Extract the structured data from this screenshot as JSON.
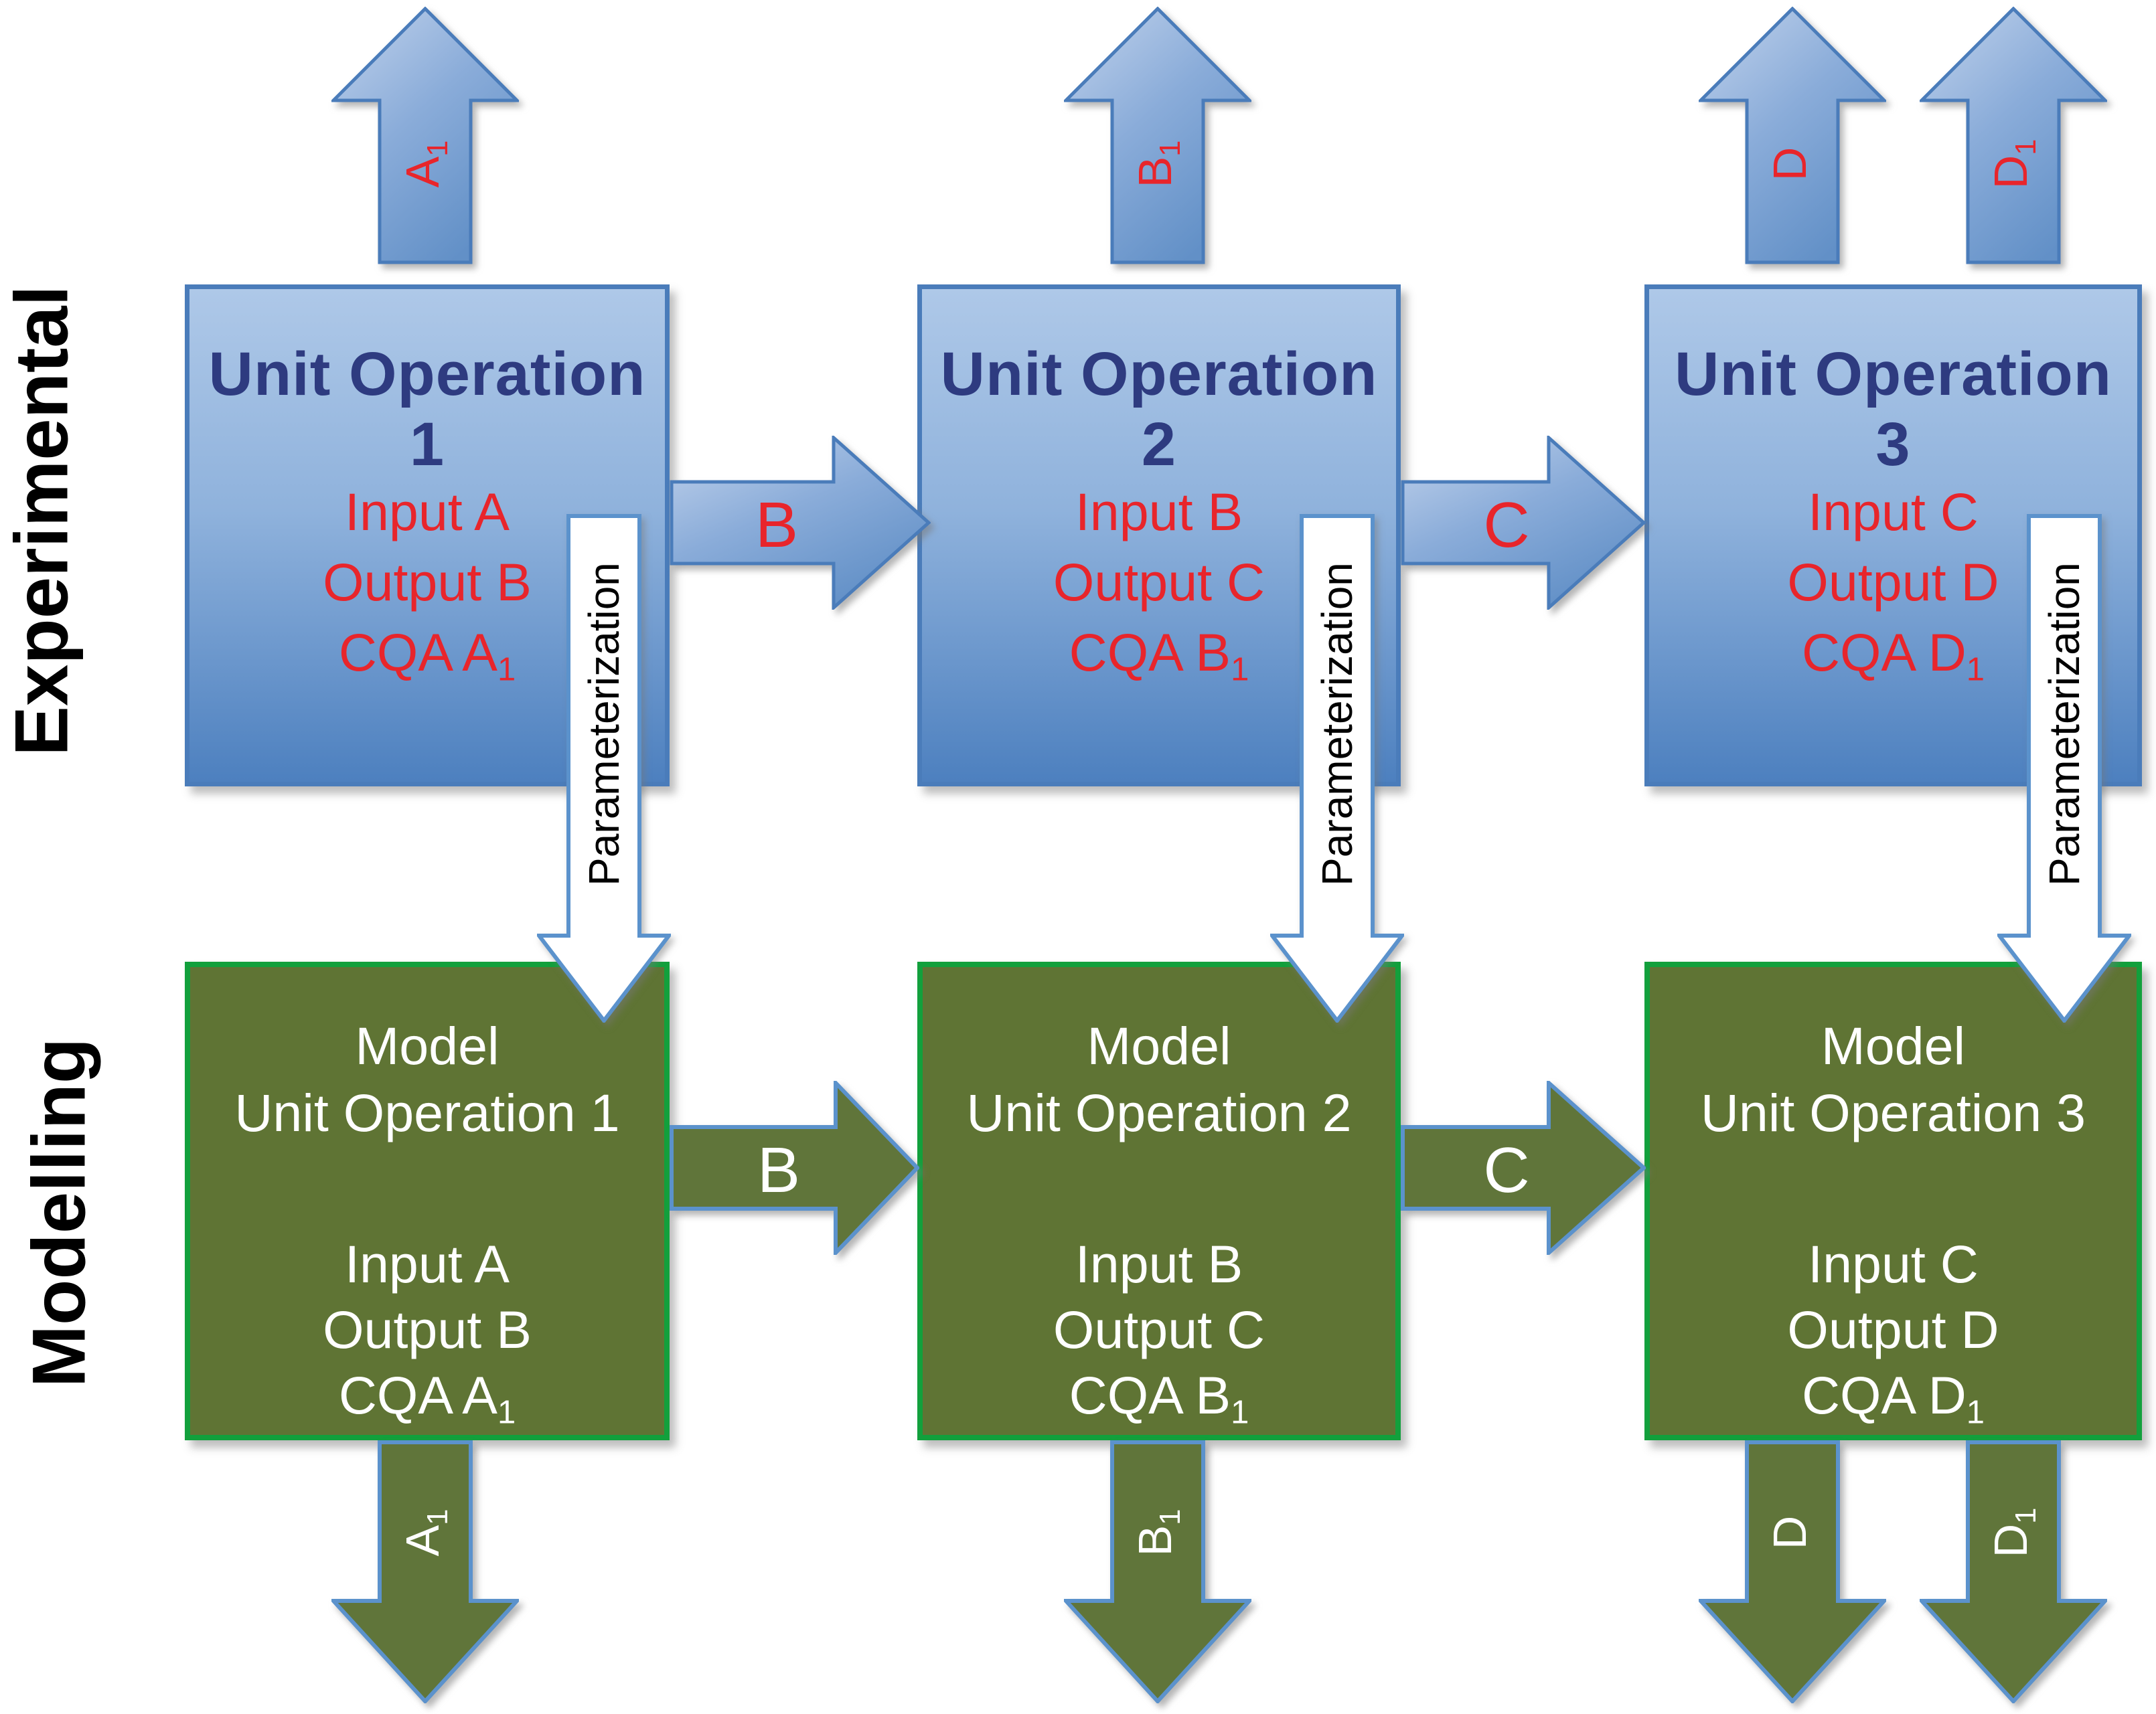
{
  "side_labels": {
    "top": "Experimental",
    "bottom": "Modelling"
  },
  "colors": {
    "blue_box_top": "#aec8e8",
    "blue_box_bottom": "#4d80bf",
    "blue_border": "#4a7cba",
    "navy_title": "#2e3b80",
    "red_text": "#e8252b",
    "green_fill": "#5f7434",
    "green_box_border": "#12a03c",
    "green_arrow_border": "#5b92cc",
    "white_text": "#ffffff",
    "param_fill": "#ffffff",
    "param_text": "#000000"
  },
  "experimental": {
    "units": [
      {
        "title": "Unit Operation 1",
        "input": "Input A",
        "output": "Output B",
        "cqa_base": "CQA A",
        "cqa_sub": "1"
      },
      {
        "title": "Unit Operation 2",
        "input": "Input B",
        "output": "Output C",
        "cqa_base": "CQA B",
        "cqa_sub": "1"
      },
      {
        "title": "Unit Operation 3",
        "input": "Input C",
        "output": "Output D",
        "cqa_base": "CQA D",
        "cqa_sub": "1"
      }
    ]
  },
  "modelling": {
    "units": [
      {
        "line1": "Model",
        "line2": "Unit Operation 1",
        "input": "Input A",
        "output": "Output B",
        "cqa_base": "CQA A",
        "cqa_sub": "1"
      },
      {
        "line1": "Model",
        "line2": "Unit Operation 2",
        "input": "Input B",
        "output": "Output C",
        "cqa_base": "CQA B",
        "cqa_sub": "1"
      },
      {
        "line1": "Model",
        "line2": "Unit Operation 3",
        "input": "Input C",
        "output": "Output D",
        "cqa_base": "CQA D",
        "cqa_sub": "1"
      }
    ]
  },
  "arrows": {
    "top": [
      {
        "base": "A",
        "sub": "1"
      },
      {
        "base": "B",
        "sub": "1"
      },
      {
        "base": "D",
        "sub": ""
      },
      {
        "base": "D",
        "sub": "1"
      }
    ],
    "bottom": [
      {
        "base": "A",
        "sub": "1"
      },
      {
        "base": "B",
        "sub": "1"
      },
      {
        "base": "D",
        "sub": ""
      },
      {
        "base": "D",
        "sub": "1"
      }
    ],
    "h_experimental": [
      {
        "label": "B"
      },
      {
        "label": "C"
      }
    ],
    "h_modelling": [
      {
        "label": "B"
      },
      {
        "label": "C"
      }
    ],
    "parameterization": "Parameterization"
  }
}
